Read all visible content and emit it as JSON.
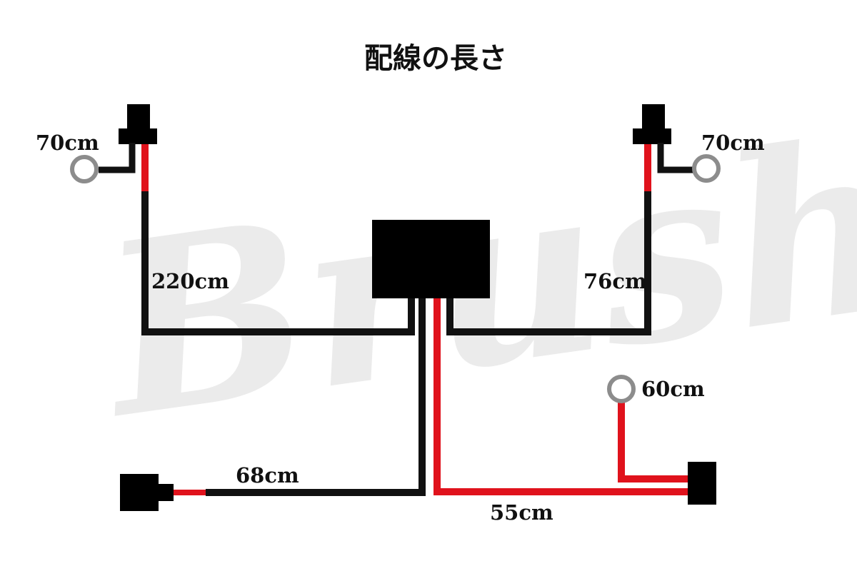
{
  "title": "配線の長さ",
  "watermark": "Brush",
  "colors": {
    "wire_black": "#111111",
    "wire_red": "#e0121c",
    "ring_terminal": "#8c8c8c",
    "watermark": "#ebebeb",
    "connector": "#000000"
  },
  "labels": {
    "top_left_ring": "70cm",
    "top_right_ring": "70cm",
    "left_main": "220cm",
    "right_main": "76cm",
    "bottom_right_ring": "60cm",
    "bottom_left": "68cm",
    "bottom_right": "55cm"
  }
}
